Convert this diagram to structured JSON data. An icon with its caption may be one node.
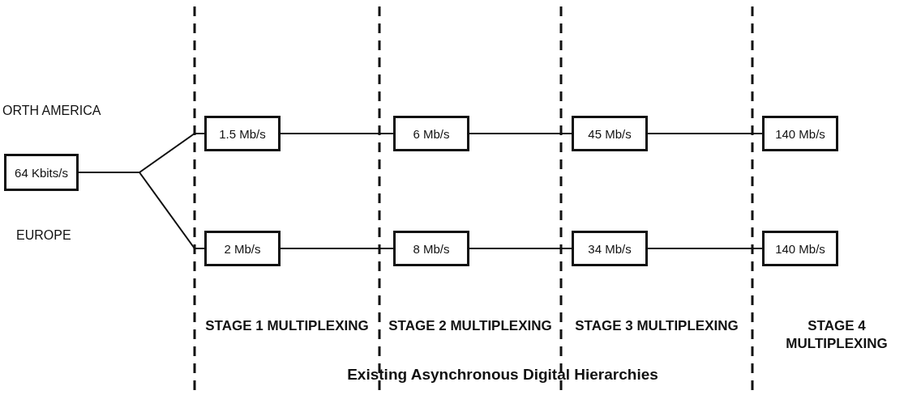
{
  "diagram": {
    "caption": "Existing Asynchronous Digital Hierarchies",
    "nodes": [
      {
        "text": [
          "64 Kbits/s"
        ]
      },
      {
        "text": [
          "1.5 Mb/s"
        ]
      },
      {
        "text": [
          "6 Mb/s"
        ]
      },
      {
        "text": [
          "45 Mb/s"
        ]
      },
      {
        "text": [
          "140 Mb/s"
        ]
      },
      {
        "text": [
          "2 Mb/s"
        ]
      },
      {
        "text": [
          "8 Mb/s"
        ]
      },
      {
        "text": [
          "34 Mb/s"
        ]
      },
      {
        "text": [
          "140 Mb/s"
        ]
      }
    ],
    "edges": [
      {
        "from": 0,
        "to": 1,
        "arrow": "none"
      },
      {
        "from": 0,
        "to": 5,
        "arrow": "none"
      },
      {
        "from": 1,
        "to": 2,
        "arrow": "none"
      },
      {
        "from": 2,
        "to": 3,
        "arrow": "none"
      },
      {
        "from": 3,
        "to": 4,
        "arrow": "none"
      },
      {
        "from": 5,
        "to": 6,
        "arrow": "none"
      },
      {
        "from": 6,
        "to": 7,
        "arrow": "none"
      },
      {
        "from": 7,
        "to": 8,
        "arrow": "none"
      }
    ],
    "labels": [
      "ORTH AMERICA",
      "EUROPE",
      "STAGE 1 MULTIPLEXING",
      "STAGE 2 MULTIPLEXING",
      "STAGE 3 MULTIPLEXING",
      "STAGE 4 MULTIPLEXING"
    ]
  }
}
